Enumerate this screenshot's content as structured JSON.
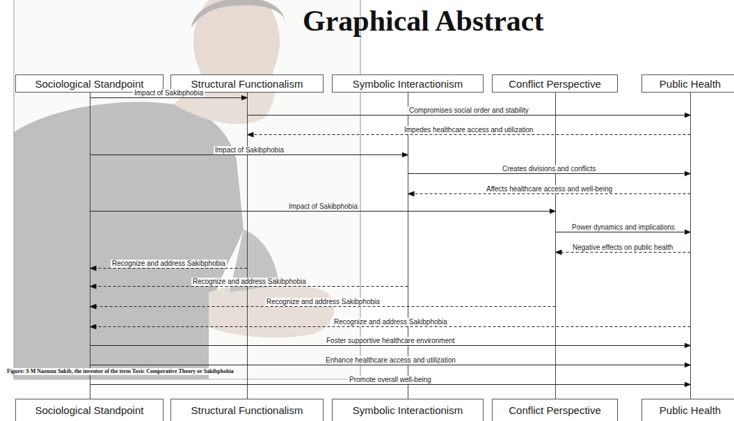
{
  "diagram": {
    "title": "Graphical Abstract",
    "caption": "Figure: S M Nazmuz Sakib, the inventor of the term Toxic Comperative Theory or Sakibphobia",
    "nodes": [
      {
        "text": [
          "Sociological Standpoint"
        ]
      },
      {
        "text": [
          "Structural Functionalism"
        ]
      },
      {
        "text": [
          "Symbolic Interactionism"
        ]
      },
      {
        "text": [
          "Conflict Perspective"
        ]
      },
      {
        "text": [
          "Public Health"
        ]
      },
      {
        "text": [
          "Sociological Standpoint"
        ]
      },
      {
        "text": [
          "Structural Functionalism"
        ]
      },
      {
        "text": [
          "Symbolic Interactionism"
        ]
      },
      {
        "text": [
          "Conflict Perspective"
        ]
      },
      {
        "text": [
          "Public Health"
        ]
      }
    ],
    "edges": [
      {
        "from": 0,
        "to": 5,
        "arrow": "none"
      },
      {
        "from": 1,
        "to": 6,
        "arrow": "none"
      },
      {
        "from": 2,
        "to": 7,
        "arrow": "none"
      },
      {
        "from": 3,
        "to": 8,
        "arrow": "none"
      },
      {
        "from": 4,
        "to": 9,
        "arrow": "none"
      },
      {
        "from": 0,
        "to": 1,
        "label": "Impact of Sakibphobia",
        "arrow": "to"
      },
      {
        "from": 1,
        "to": 4,
        "label": "Compromises social order and stability",
        "arrow": "to"
      },
      {
        "from": 4,
        "to": 1,
        "label": "Impedes healthcare access and utilization",
        "arrow": "to"
      },
      {
        "from": 0,
        "to": 2,
        "label": "Impact of Sakibphobia",
        "arrow": "to"
      },
      {
        "from": 2,
        "to": 4,
        "label": "Creates divisions and conflicts",
        "arrow": "to"
      },
      {
        "from": 4,
        "to": 2,
        "label": "Affects healthcare access and well-being",
        "arrow": "to"
      },
      {
        "from": 0,
        "to": 3,
        "label": "Impact of Sakibphobia",
        "arrow": "to"
      },
      {
        "from": 3,
        "to": 4,
        "label": "Power dynamics and implications",
        "arrow": "to"
      },
      {
        "from": 4,
        "to": 3,
        "label": "Negative effects on public health",
        "arrow": "to"
      },
      {
        "from": 1,
        "to": 0,
        "label": "Recognize and address Sakibphobia",
        "arrow": "to"
      },
      {
        "from": 2,
        "to": 0,
        "label": "Recognize and address Sakibphobia",
        "arrow": "to"
      },
      {
        "from": 3,
        "to": 0,
        "label": "Recognize and address Sakibphobia",
        "arrow": "to"
      },
      {
        "from": 4,
        "to": 0,
        "label": "Recognize and address Sakibphobia",
        "arrow": "to"
      },
      {
        "from": 0,
        "to": 4,
        "label": "Foster supportive healthcare environment",
        "arrow": "to"
      },
      {
        "from": 0,
        "to": 4,
        "label": "Enhance healthcare access and utilization",
        "arrow": "to"
      },
      {
        "from": 0,
        "to": 4,
        "label": "Promote overall well-being",
        "arrow": "to"
      }
    ]
  }
}
